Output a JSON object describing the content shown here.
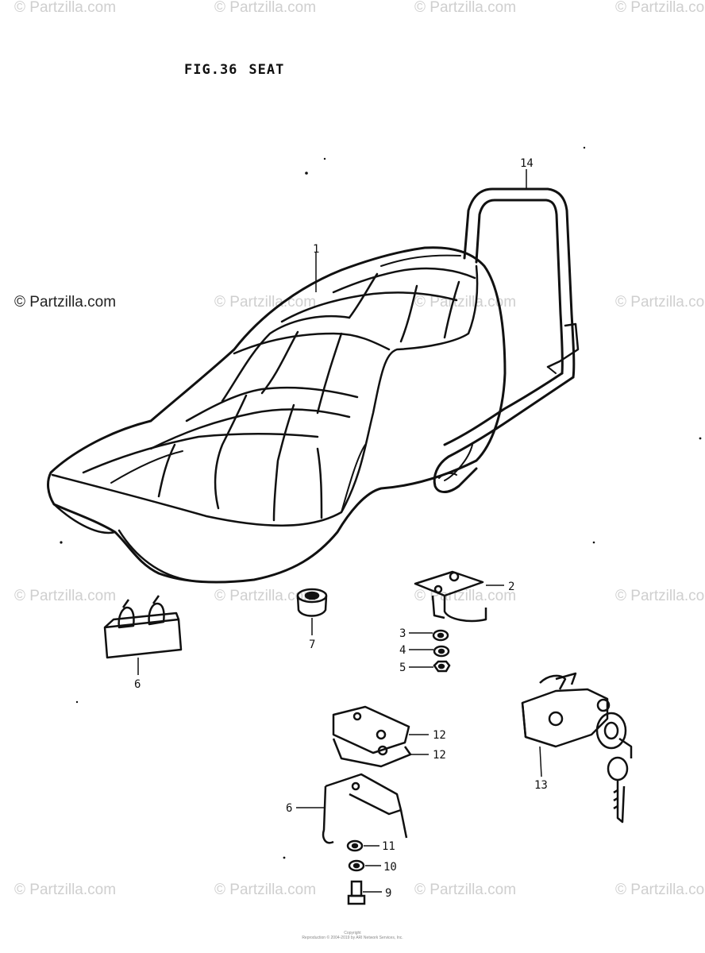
{
  "figure": {
    "number": "FIG.36",
    "name": "SEAT"
  },
  "callouts": {
    "c1": "1",
    "c2": "2",
    "c3": "3",
    "c4": "4",
    "c5": "5",
    "c6a": "6",
    "c6b": "6",
    "c7": "7",
    "c9": "9",
    "c10": "10",
    "c11": "11",
    "c12a": "12",
    "c12b": "12",
    "c13": "13",
    "c14": "14"
  },
  "watermark": "© Partzilla.com",
  "footer": {
    "line1": "Copyright",
    "line2": "Reproduction © 2004-2019 by ARI Network Services, Inc."
  }
}
